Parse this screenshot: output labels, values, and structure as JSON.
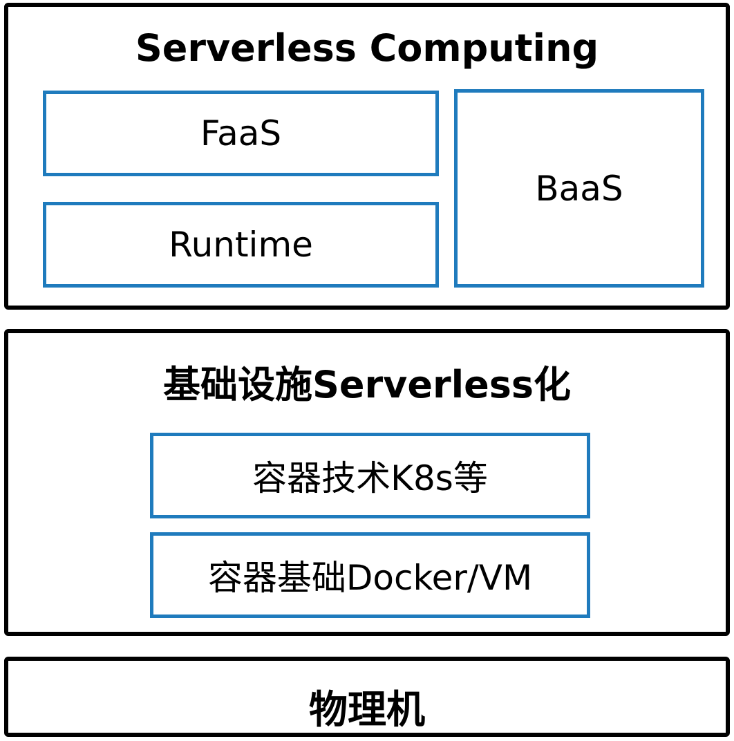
{
  "layers": {
    "serverless": {
      "title": "Serverless Computing",
      "faas": "FaaS",
      "runtime": "Runtime",
      "baas": "BaaS"
    },
    "infra": {
      "title": "基础设施Serverless化",
      "k8s": "容器技术K8s等",
      "docker": "容器基础Docker/VM"
    },
    "physical": {
      "title": "物理机"
    }
  },
  "colors": {
    "layer_border": "#000000",
    "box_border": "#1f7bbd",
    "background": "#ffffff"
  }
}
